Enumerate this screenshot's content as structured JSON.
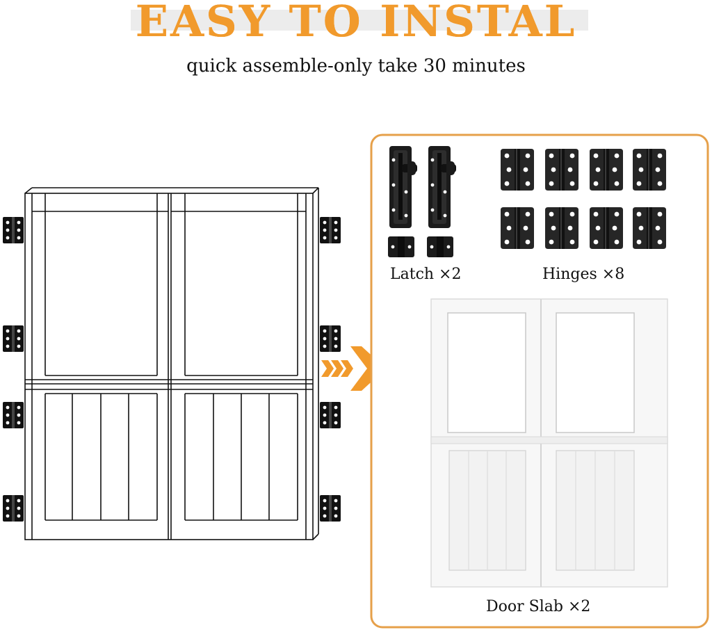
{
  "header": {
    "title": "EASY TO INSTAL",
    "subtitle": "quick assemble-only take 30 minutes"
  },
  "kit": {
    "latch_label": "Latch ×2",
    "hinges_label": "Hinges ×8",
    "door_label": "Door Slab ×2"
  },
  "colors": {
    "accent": "#f19a2c",
    "hardware": "#1a1a1a",
    "door_white": "#ffffff",
    "panel_border": "#e6a04a"
  },
  "icons": [
    "hinge-icon",
    "latch-icon",
    "arrow-right-icon"
  ]
}
